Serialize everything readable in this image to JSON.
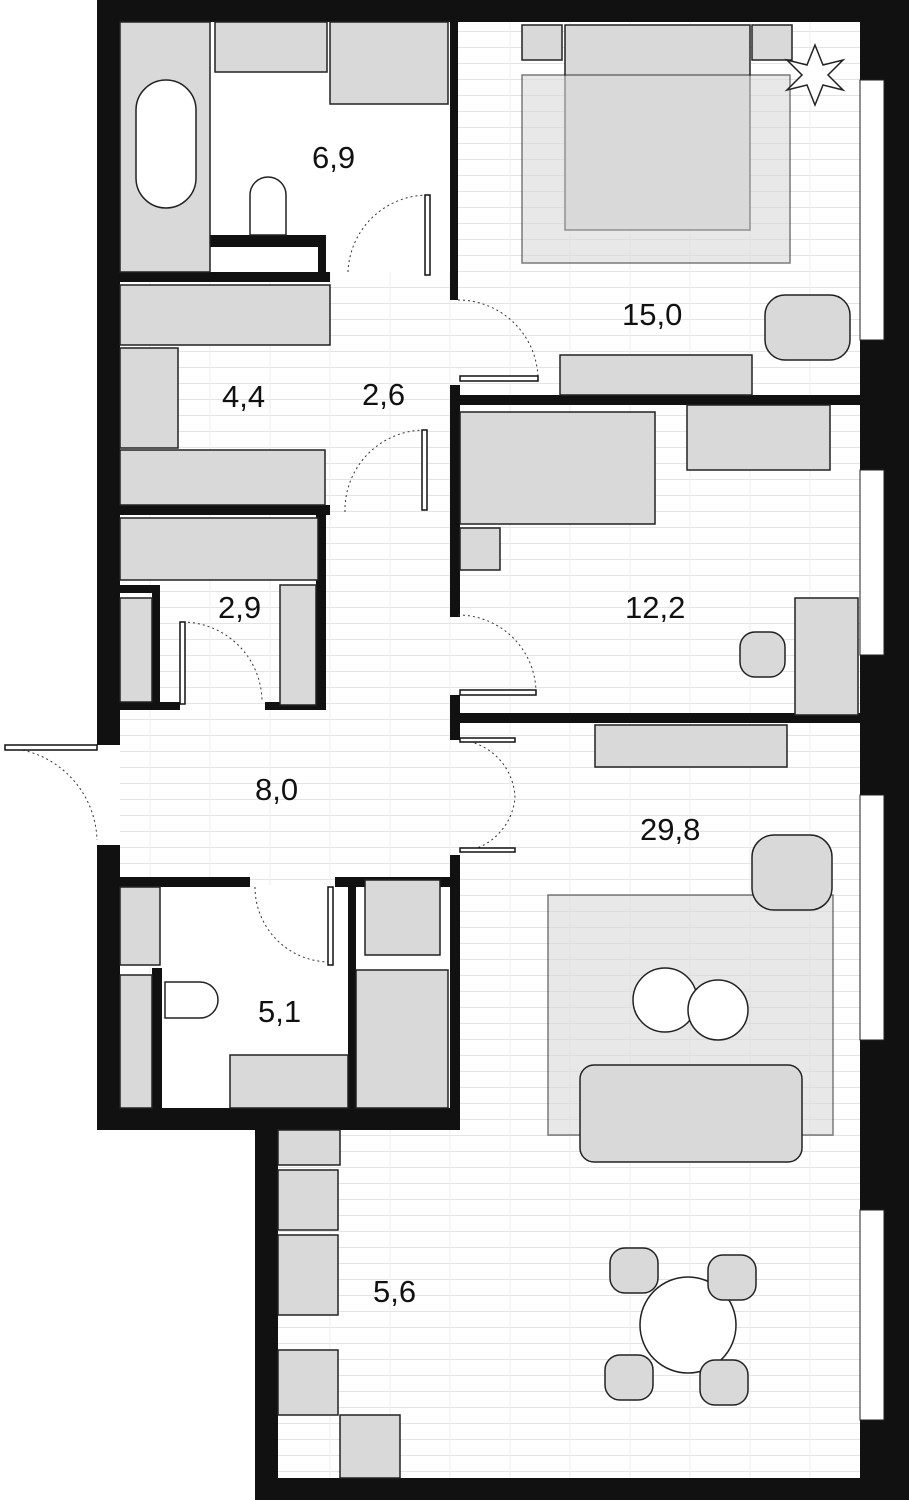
{
  "plan": {
    "rooms": [
      {
        "id": "bathroom-1",
        "area": "6,9"
      },
      {
        "id": "bedroom-master",
        "area": "15,0"
      },
      {
        "id": "wardrobe",
        "area": "4,4"
      },
      {
        "id": "corridor",
        "area": "2,6"
      },
      {
        "id": "bedroom-2",
        "area": "12,2"
      },
      {
        "id": "closet",
        "area": "2,9"
      },
      {
        "id": "hall",
        "area": "8,0"
      },
      {
        "id": "living-room",
        "area": "29,8"
      },
      {
        "id": "bathroom-2",
        "area": "5,1"
      },
      {
        "id": "kitchen",
        "area": "5,6"
      }
    ],
    "colors": {
      "wall": "#111111",
      "furniture": "#d9d9d9",
      "floor": "#ffffff"
    }
  }
}
